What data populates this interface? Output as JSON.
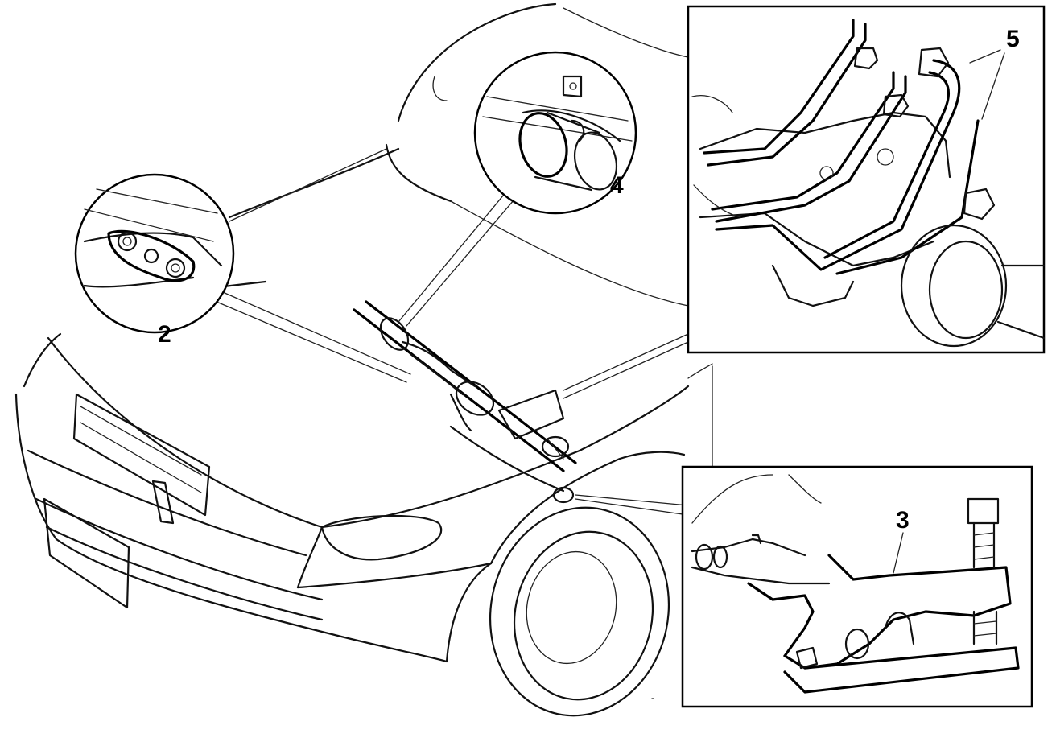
{
  "callouts": {
    "label_2": "2",
    "label_3": "3",
    "label_4": "4",
    "label_5": "5"
  }
}
